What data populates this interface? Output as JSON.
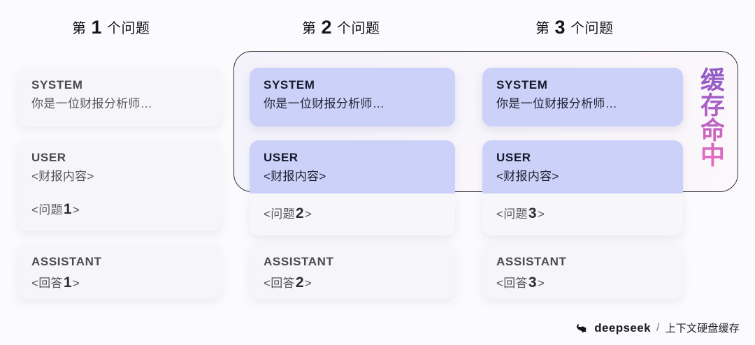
{
  "headers": [
    {
      "prefix": "第",
      "num": "1",
      "suffix": "个问题"
    },
    {
      "prefix": "第",
      "num": "2",
      "suffix": "个问题"
    },
    {
      "prefix": "第",
      "num": "3",
      "suffix": "个问题"
    }
  ],
  "columns": [
    {
      "system": {
        "role": "SYSTEM",
        "text": "你是一位财报分析师…"
      },
      "user": {
        "role": "USER",
        "context": "<财报内容>",
        "q_pre": "<问题",
        "q_num": "1",
        "q_post": ">"
      },
      "assistant": {
        "role": "ASSISTANT",
        "a_pre": "<回答",
        "a_num": "1",
        "a_post": ">"
      }
    },
    {
      "system": {
        "role": "SYSTEM",
        "text": "你是一位财报分析师…"
      },
      "user": {
        "role": "USER",
        "context": "<财报内容>",
        "q_pre": "<问题",
        "q_num": "2",
        "q_post": ">"
      },
      "assistant": {
        "role": "ASSISTANT",
        "a_pre": "<回答",
        "a_num": "2",
        "a_post": ">"
      }
    },
    {
      "system": {
        "role": "SYSTEM",
        "text": "你是一位财报分析师…"
      },
      "user": {
        "role": "USER",
        "context": "<财报内容>",
        "q_pre": "<问题",
        "q_num": "3",
        "q_post": ">"
      },
      "assistant": {
        "role": "ASSISTANT",
        "a_pre": "<回答",
        "a_num": "3",
        "a_post": ">"
      }
    }
  ],
  "cache_label": "缓存命中",
  "footer": {
    "logo_icon": "whale-icon",
    "brand": "deepseek",
    "separator": "/",
    "tagline": "上下文硬盘缓存"
  },
  "colors": {
    "page_bg": "#fbfbfd",
    "card_gray": "#f6f6f9",
    "card_purple": "#ccd1f9",
    "container_border": "#2e2e34",
    "cache_gradient_start": "#8d5ac4",
    "cache_gradient_end": "#e96ec0",
    "text_dark": "#15161b",
    "text_gray": "#55555e"
  }
}
